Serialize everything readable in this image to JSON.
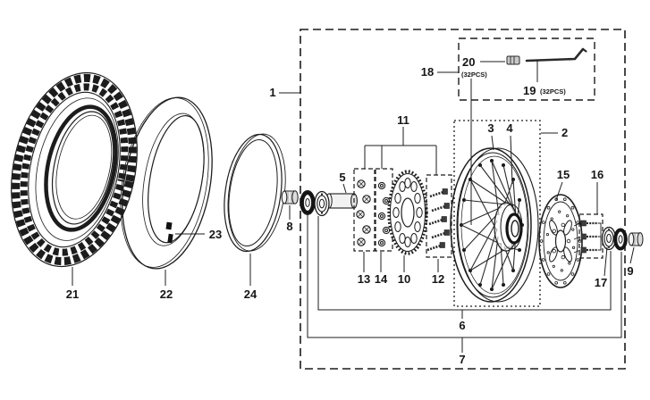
{
  "figure": {
    "type": "exploded-parts-diagram",
    "subject": "wheel-assembly",
    "background_color": "#ffffff",
    "ink_color": "#1c1c1c",
    "callouts": {
      "c1": "1",
      "c2": "2",
      "c3": "3",
      "c4": "4",
      "c5": "5",
      "c6": "6",
      "c7": "7",
      "c8": "8",
      "c9": "9",
      "c10": "10",
      "c11": "11",
      "c12": "12",
      "c13": "13",
      "c14": "14",
      "c15": "15",
      "c16": "16",
      "c17": "17",
      "c18": "18",
      "c19": "19",
      "c20": "20",
      "c21": "21",
      "c22": "22",
      "c23": "23",
      "c24": "24",
      "qty19": "(32PCS)",
      "qty20": "(32PCS)"
    }
  }
}
